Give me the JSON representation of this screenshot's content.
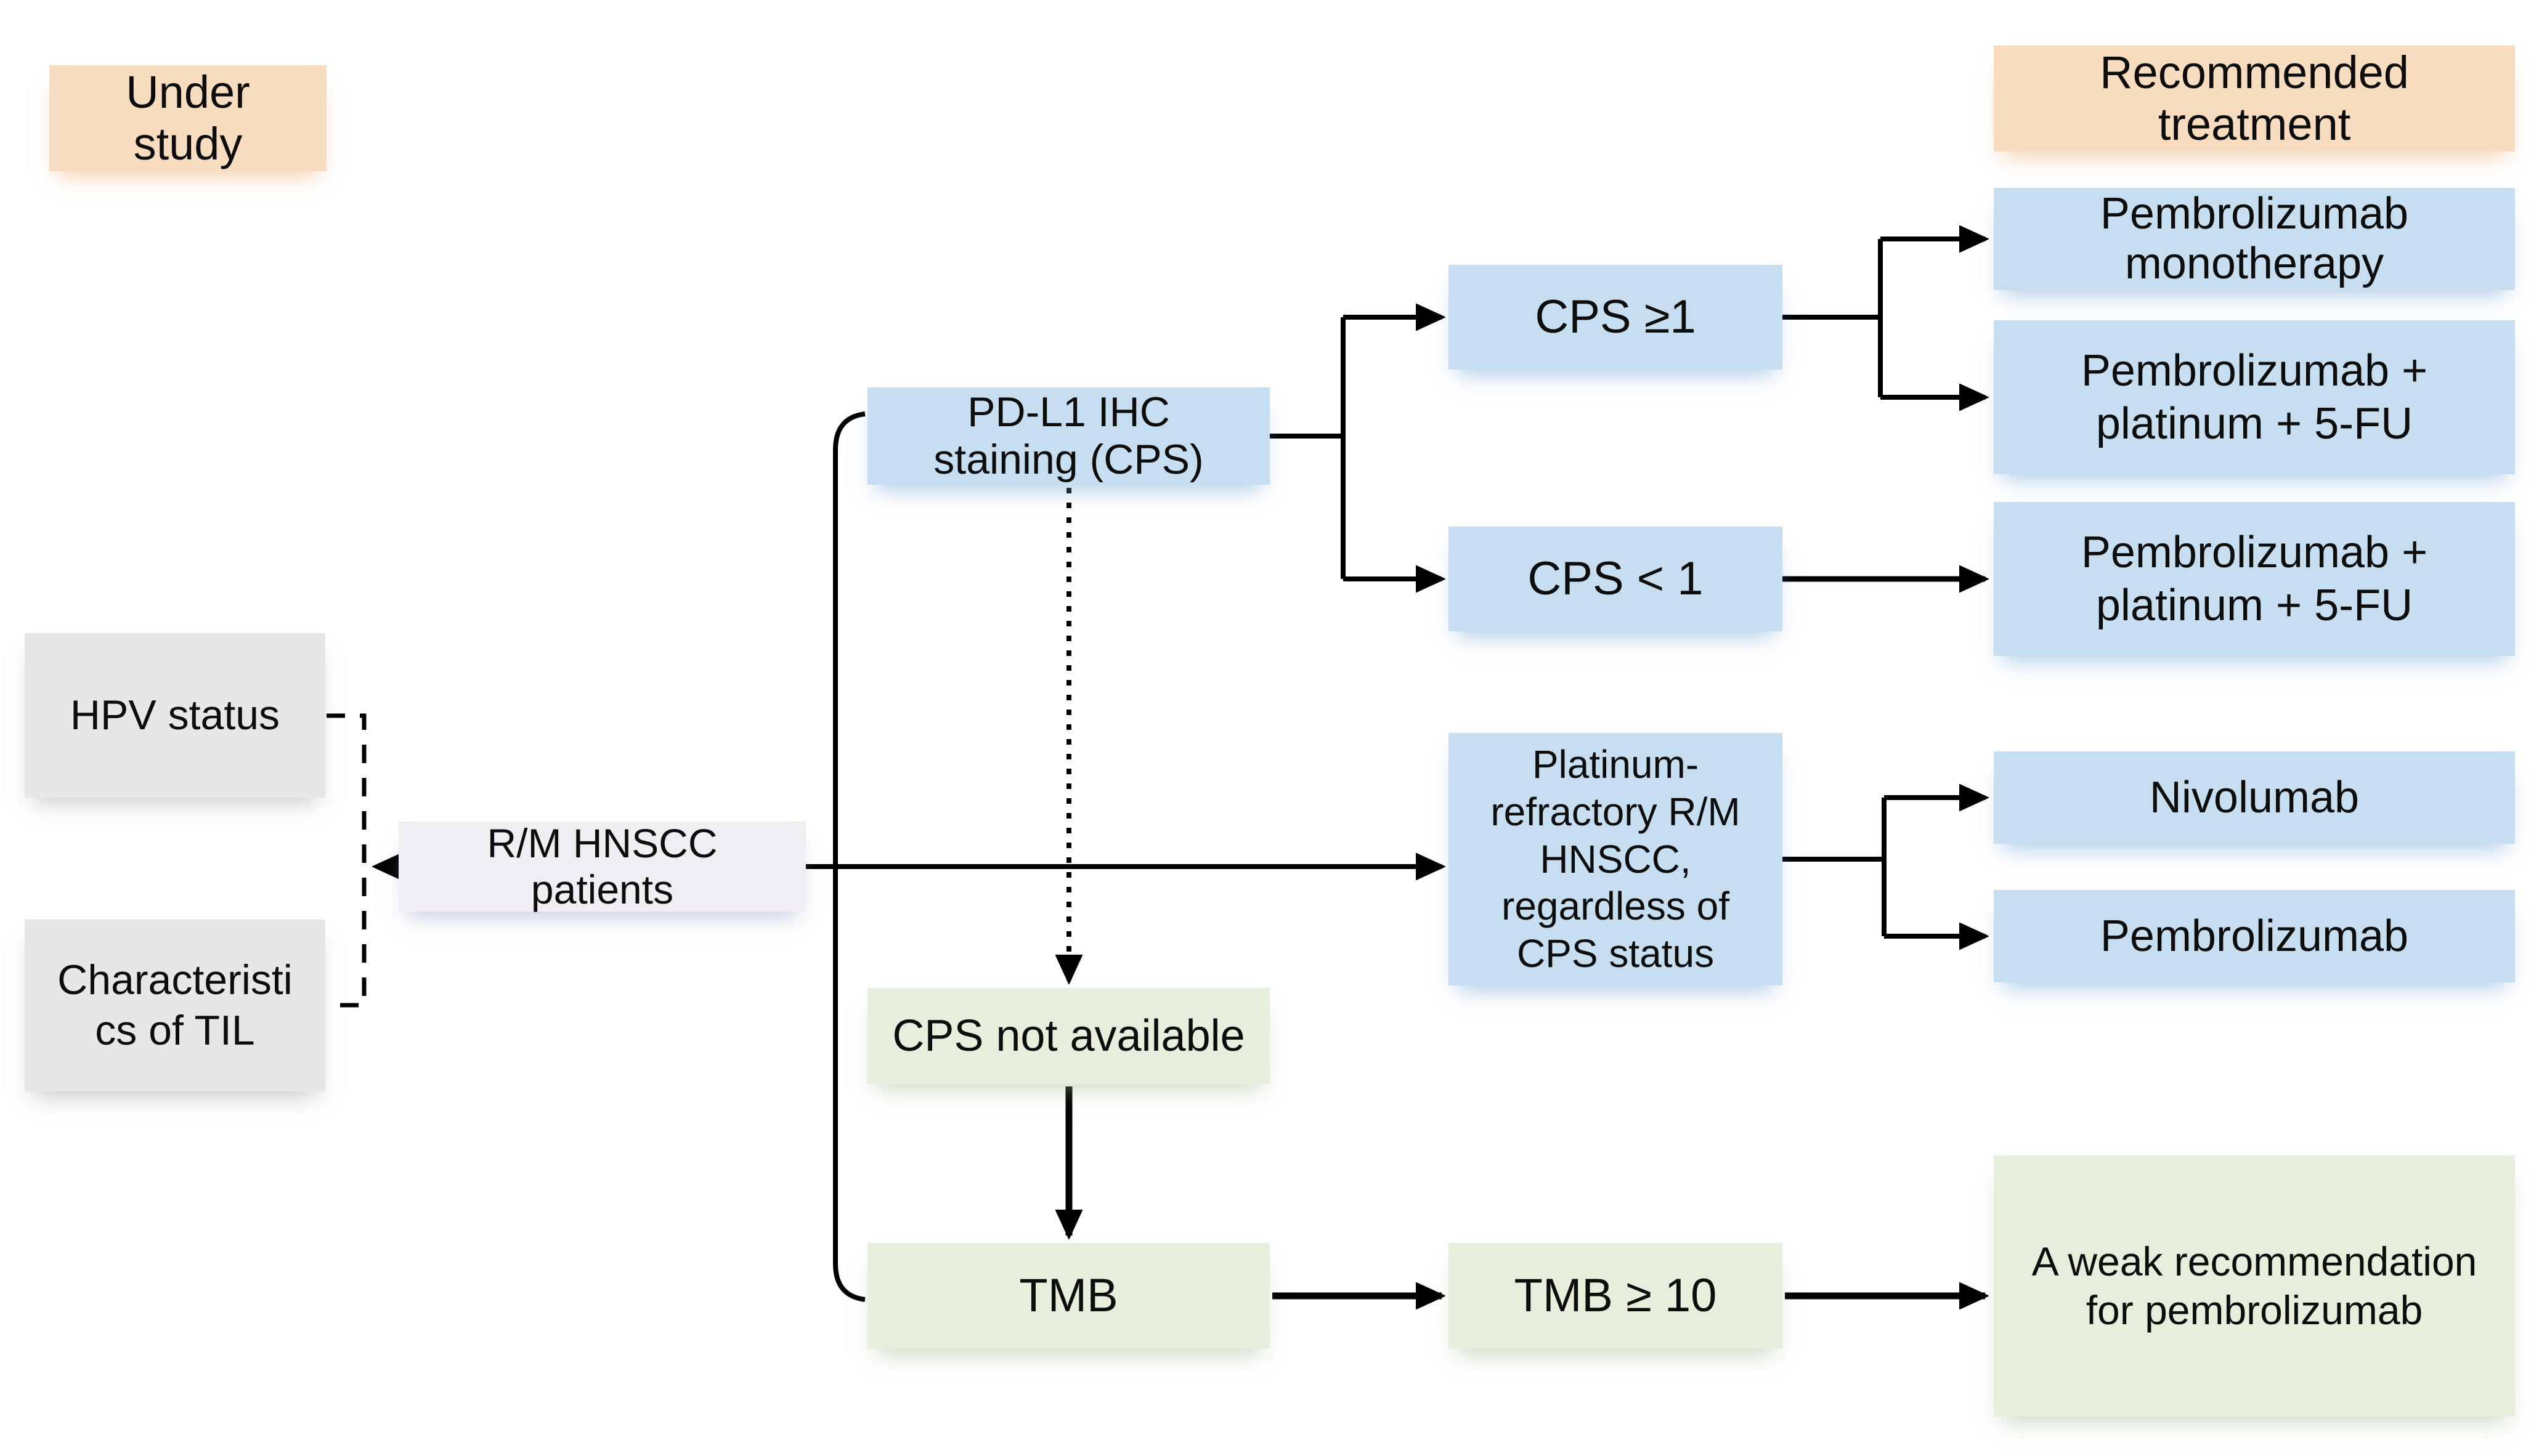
{
  "figure": {
    "type": "treatment-decision-flowchart",
    "topic": "Immunotherapy selection for R/M HNSCC patients"
  },
  "colors": {
    "header_orange": "#F8DCC0",
    "node_blue": "#C6DEF0",
    "node_green": "#E5EFDB",
    "node_gray": "#E8E7E7",
    "node_lavender": "#F0EDF3",
    "line_black": "#000000",
    "background": "#FFFFFF"
  },
  "boxes": {
    "under_study": {
      "label": "Under\nstudy"
    },
    "recommended_treatment": {
      "label": "Recommended\ntreatment"
    },
    "hpv_status": {
      "label": "HPV status"
    },
    "characteristics_til": {
      "label": "Characteristi\ncs of TIL"
    },
    "rm_hnscc": {
      "label": "R/M HNSCC\npatients"
    },
    "pdl1": {
      "label": "PD-L1 IHC\nstaining (CPS)"
    },
    "cps_ge1": {
      "label": "CPS ≥1"
    },
    "cps_lt1": {
      "label": "CPS < 1"
    },
    "pembro_mono": {
      "label": "Pembrolizumab\nmonotherapy"
    },
    "pembro_plat_fu_1": {
      "label": "Pembrolizumab +\nplatinum + 5-FU"
    },
    "pembro_plat_fu_2": {
      "label": "Pembrolizumab +\nplatinum + 5-FU"
    },
    "plat_refractory": {
      "label": "Platinum-\nrefractory R/M\nHNSCC,\nregardless of\nCPS status"
    },
    "nivolumab": {
      "label": "Nivolumab"
    },
    "pembrolizumab": {
      "label": "Pembrolizumab"
    },
    "cps_not_available": {
      "label": "CPS not available"
    },
    "tmb": {
      "label": "TMB"
    },
    "tmb_ge10": {
      "label": "TMB ≥ 10"
    },
    "weak_recommendation": {
      "label": "A weak recommendation\nfor pembrolizumab"
    }
  },
  "edges": [
    {
      "from": "rm_hnscc",
      "to": "hpv_status",
      "style": "dashed-arrow"
    },
    {
      "from": "rm_hnscc",
      "to": "characteristics_til",
      "style": "dashed-arrow"
    },
    {
      "from": "rm_hnscc",
      "to": "pdl1",
      "style": "solid"
    },
    {
      "from": "rm_hnscc",
      "to": "plat_refractory",
      "style": "solid-arrow"
    },
    {
      "from": "rm_hnscc",
      "to": "tmb",
      "style": "solid"
    },
    {
      "from": "pdl1",
      "to": "cps_ge1",
      "style": "solid-arrow"
    },
    {
      "from": "pdl1",
      "to": "cps_lt1",
      "style": "solid-arrow"
    },
    {
      "from": "pdl1",
      "to": "cps_not_available",
      "style": "dotted-arrow"
    },
    {
      "from": "cps_ge1",
      "to": "pembro_mono",
      "style": "solid-arrow"
    },
    {
      "from": "cps_ge1",
      "to": "pembro_plat_fu_1",
      "style": "solid-arrow"
    },
    {
      "from": "cps_lt1",
      "to": "pembro_plat_fu_2",
      "style": "solid-arrow"
    },
    {
      "from": "plat_refractory",
      "to": "nivolumab",
      "style": "solid-arrow"
    },
    {
      "from": "plat_refractory",
      "to": "pembrolizumab",
      "style": "solid-arrow"
    },
    {
      "from": "cps_not_available",
      "to": "tmb",
      "style": "solid-arrow"
    },
    {
      "from": "tmb",
      "to": "tmb_ge10",
      "style": "solid-arrow"
    },
    {
      "from": "tmb_ge10",
      "to": "weak_recommendation",
      "style": "solid-arrow"
    }
  ]
}
